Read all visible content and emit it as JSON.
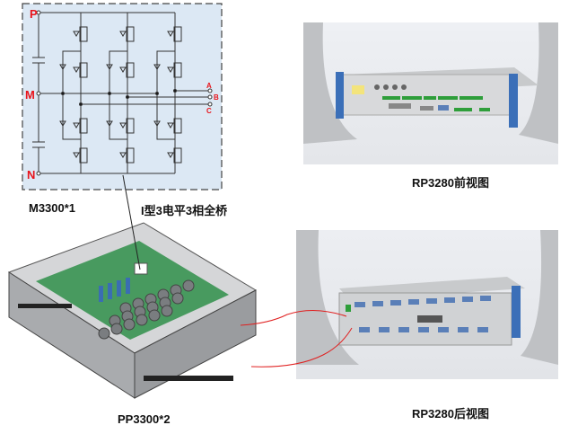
{
  "circuit": {
    "nodes": {
      "p": "P",
      "m": "M",
      "n": "N"
    },
    "outputs": {
      "a": "A",
      "b": "B",
      "c": "C"
    },
    "module_label": "M3300*1",
    "topology_label": "I型3电平3相全桥"
  },
  "cabinet": {
    "label": "PP3300*2"
  },
  "front_view": {
    "label": "RP3280前视图"
  },
  "rear_view": {
    "label": "RP3280后视图"
  },
  "colors": {
    "circuit_bg": "#dce8f4",
    "node_label": "#e8141b",
    "rack_ear": "#3b6fb8",
    "connector_green": "#2e9e3a",
    "cable": "#e02020"
  }
}
